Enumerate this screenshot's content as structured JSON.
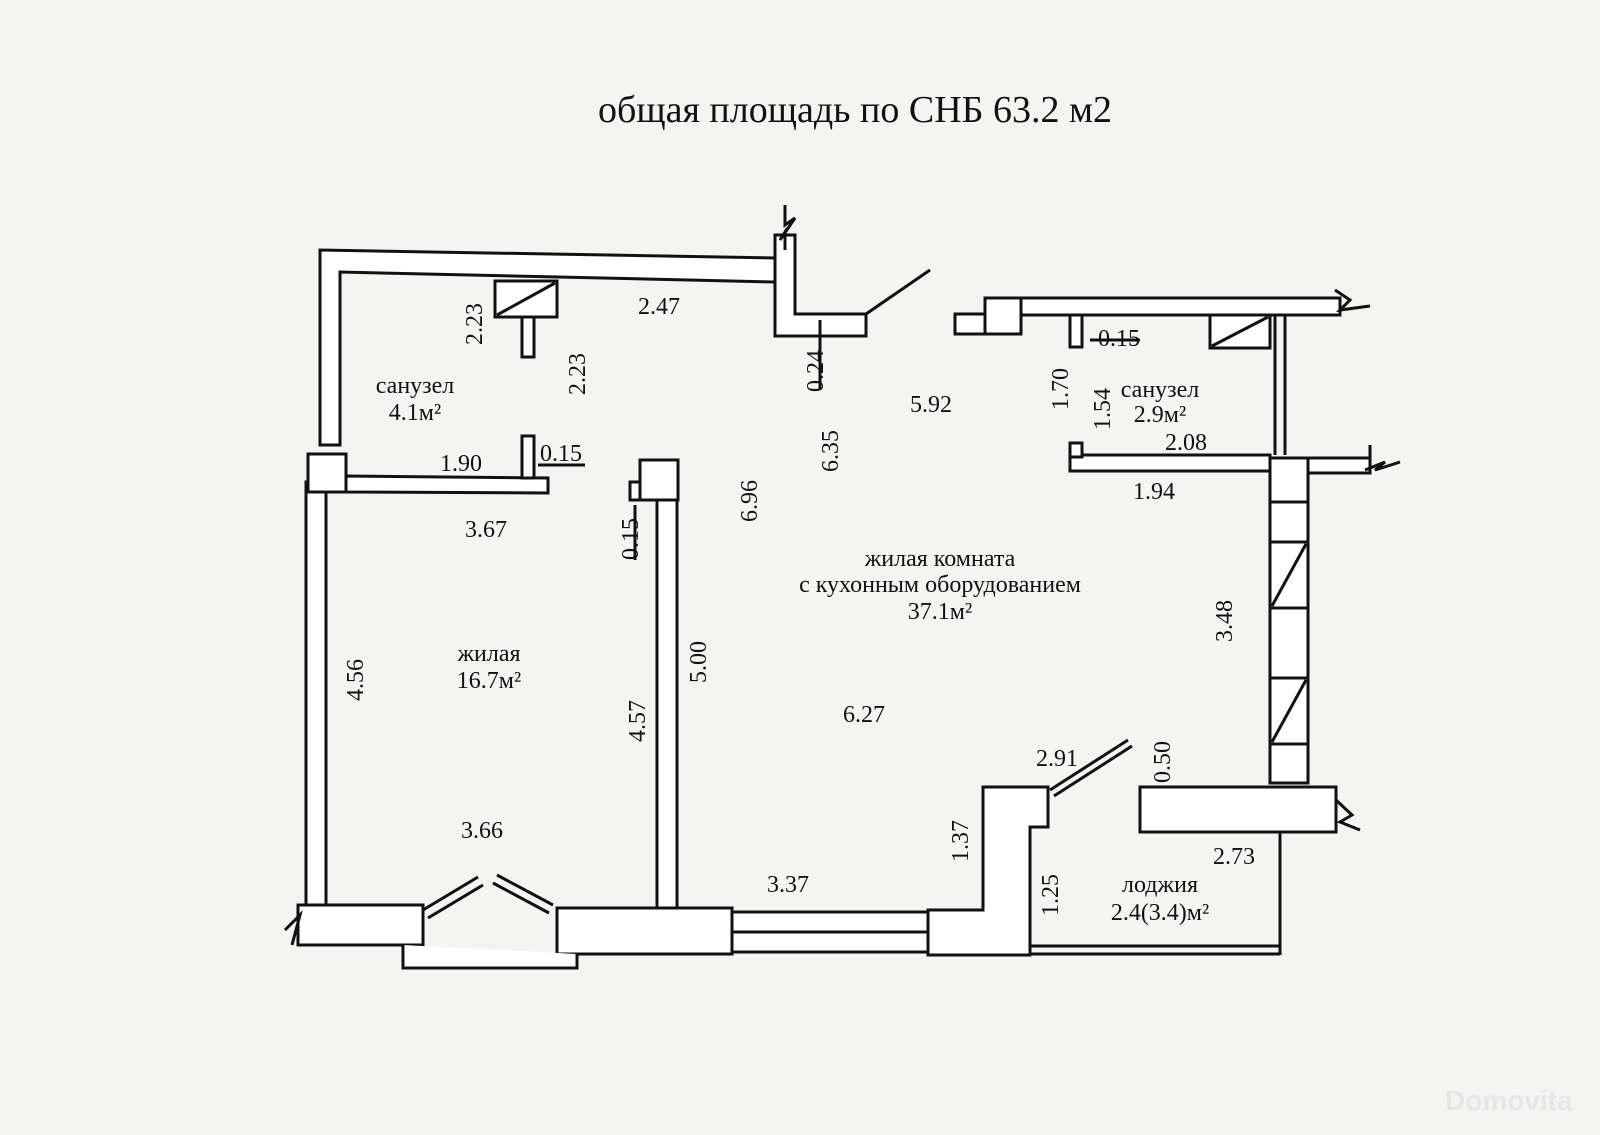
{
  "title": "общая площадь по СНБ 63.2 м2",
  "watermark": "Domovita",
  "rooms": [
    {
      "name": "санузел",
      "area": "4.1м²"
    },
    {
      "name": "санузел",
      "area": "2.9м²"
    },
    {
      "name": "жилая комната",
      "name2": "с кухонным оборудованием",
      "area": "37.1м²"
    },
    {
      "name": "жилая",
      "area": "16.7м²"
    },
    {
      "name": "лоджия",
      "area": "2.4(3.4)м²"
    }
  ],
  "dimensions": [
    "2.23",
    "2.23",
    "2.47",
    "0.24",
    "5.92",
    "6.35",
    "6.96",
    "0.15",
    "1.90",
    "0.15",
    "3.67",
    "0.15",
    "1.70",
    "1.54",
    "2.08",
    "1.94",
    "3.48",
    "4.56",
    "4.57",
    "5.00",
    "6.27",
    "2.91",
    "0.50",
    "1.37",
    "2.73",
    "1.25",
    "3.66",
    "3.37"
  ]
}
